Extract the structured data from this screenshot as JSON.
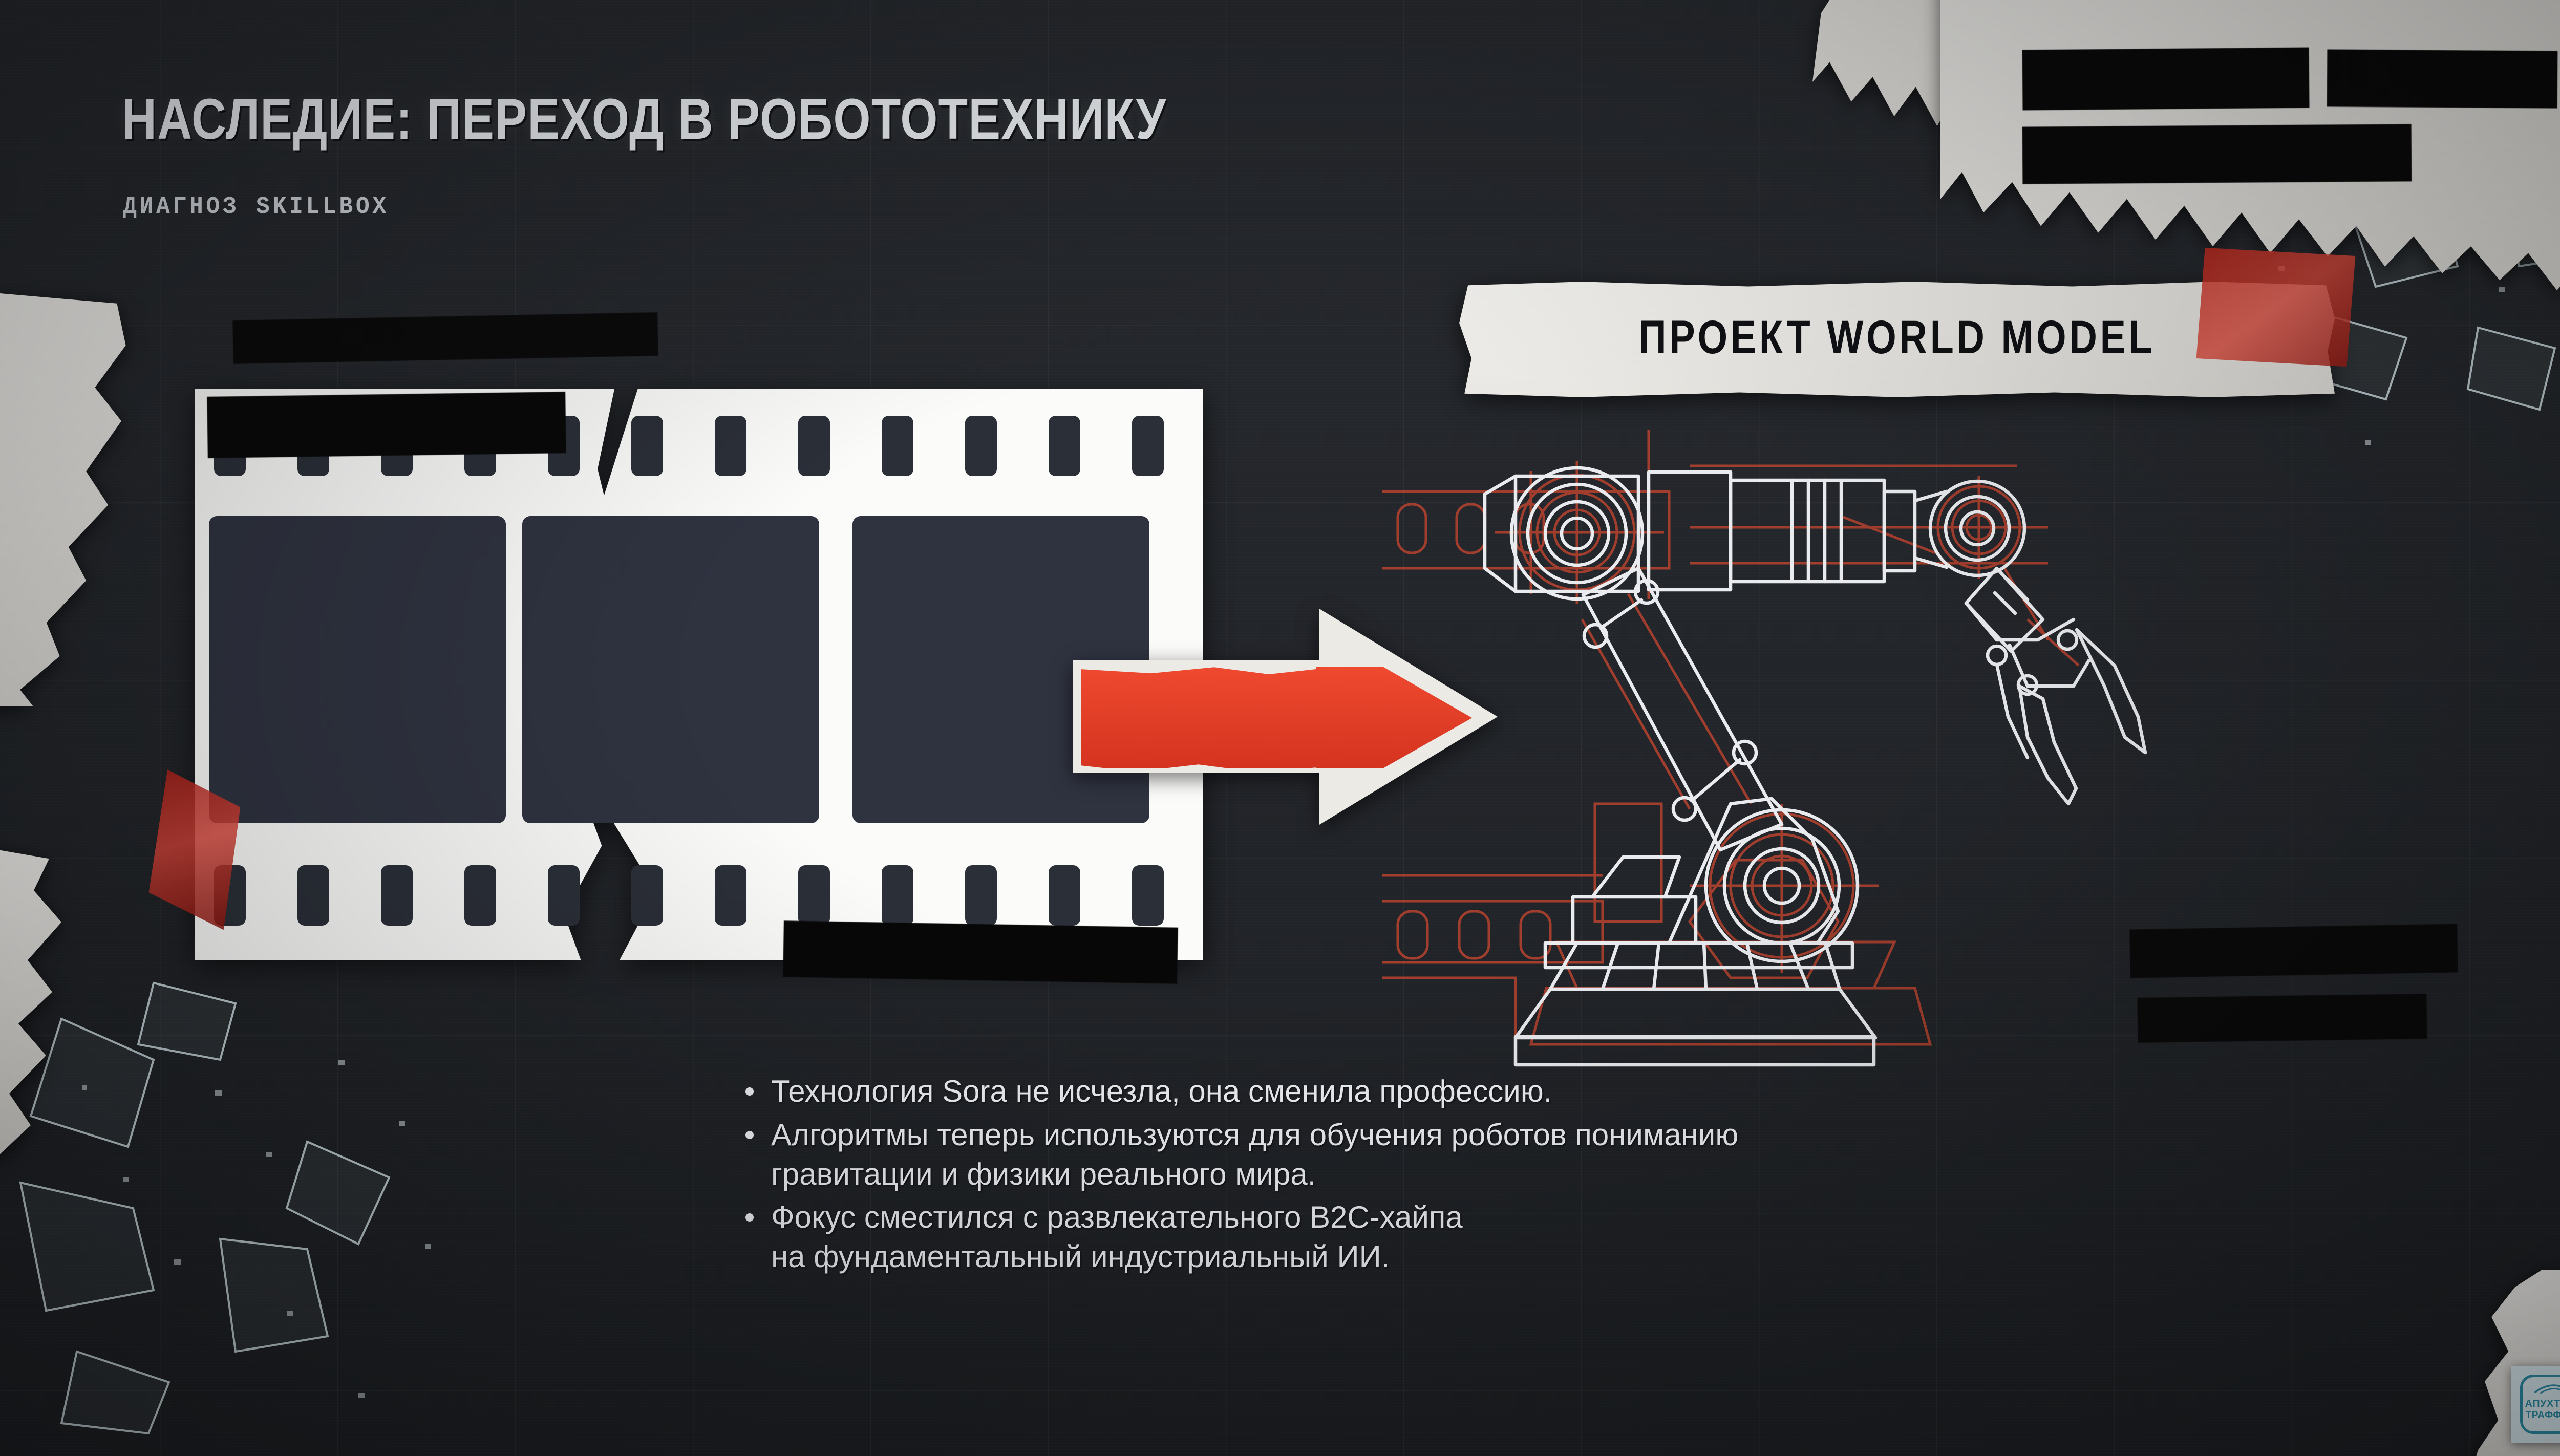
{
  "header": {
    "title": "НАСЛЕДИЕ: ПЕРЕХОД В РОБОТОТЕХНИКУ",
    "subtitle": "ДИАГНОЗ SKILLBOX"
  },
  "label": {
    "project": "ПРОЕКТ WORLD MODEL"
  },
  "bullets": [
    "Технология Sora не исчезла, она сменила профессию.",
    "Алгоритмы теперь используются для обучения роботов пониманию гравитации и физики реального мира.",
    "Фокус сместился с развлекательного B2C-хайпа на фундаментальный индустриальный ИИ."
  ],
  "logo": {
    "line1": "АПУХТИН",
    "line2": "ТРАФФИК"
  },
  "colors": {
    "background": "#24272c",
    "paper": "#f2f1ee",
    "accent_red": "#ef4a30",
    "blueprint_white": "#e8eaee",
    "blueprint_red": "#c0392b",
    "logo_teal": "#2e93ad",
    "text_light": "#f0f2f5",
    "redaction": "#0a0a0a"
  },
  "icons": {
    "arrow": "right-arrow-icon",
    "filmstrip": "filmstrip-icon",
    "robot": "robot-arm-blueprint-icon",
    "glass": "broken-glass-icon"
  }
}
